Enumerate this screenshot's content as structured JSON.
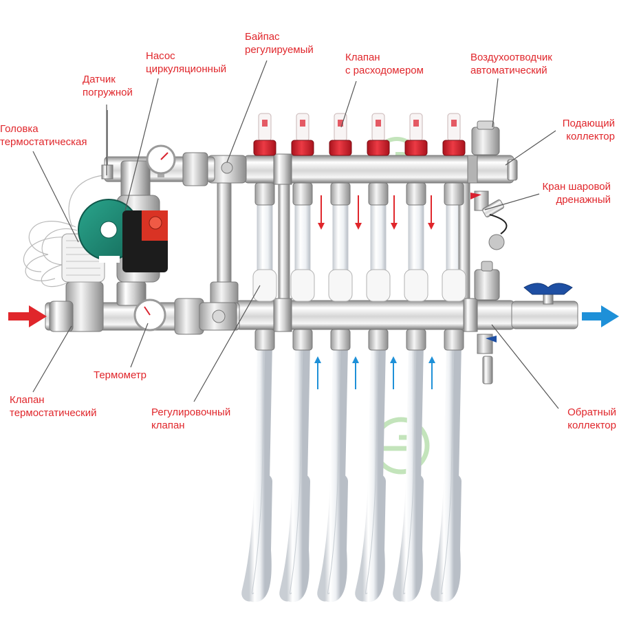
{
  "colors": {
    "label": "#e0262b",
    "leader": "#555555",
    "chrome_light": "#f2f2f2",
    "chrome_dark": "#9a9a9a",
    "flow_cap_red": "#d9232f",
    "pump_green": "#1f8f7a",
    "pump_red": "#d93324",
    "valve_blue": "#1e4fa3",
    "supply_arrow": "#e0262b",
    "return_arrow": "#1e90d8",
    "pipe_white": "#f4f6f8",
    "watermark": "#7cc46a"
  },
  "icons": {
    "inlet_arrow": "arrow-right-icon",
    "outlet_arrow": "arrow-right-icon",
    "supply_flow": "arrow-down-icon",
    "return_flow": "arrow-up-icon",
    "watermark": "logo-watermark-icon"
  },
  "flow_loops": 6,
  "labels": {
    "datchik": [
      "Датчик",
      "погружной"
    ],
    "nasos": [
      "Насос",
      "циркуляционный"
    ],
    "baipas": [
      "Байпас",
      "регулируемый"
    ],
    "klapan_rashod": [
      "Клапан",
      "с расходомером"
    ],
    "vozduh": [
      "Воздухоотводчик",
      "автоматический"
    ],
    "golovka": [
      "Головка",
      "термостатическая"
    ],
    "podayushiy": [
      "Подающий",
      "коллектор"
    ],
    "kran": [
      "Кран шаровой",
      "дренажный"
    ],
    "termometr": [
      "Термометр"
    ],
    "klapan_termo": [
      "Клапан",
      "термостатический"
    ],
    "reguliruyushiy": [
      "Регулировочный",
      "клапан"
    ],
    "obratny": [
      "Обратный",
      "коллектор"
    ]
  }
}
